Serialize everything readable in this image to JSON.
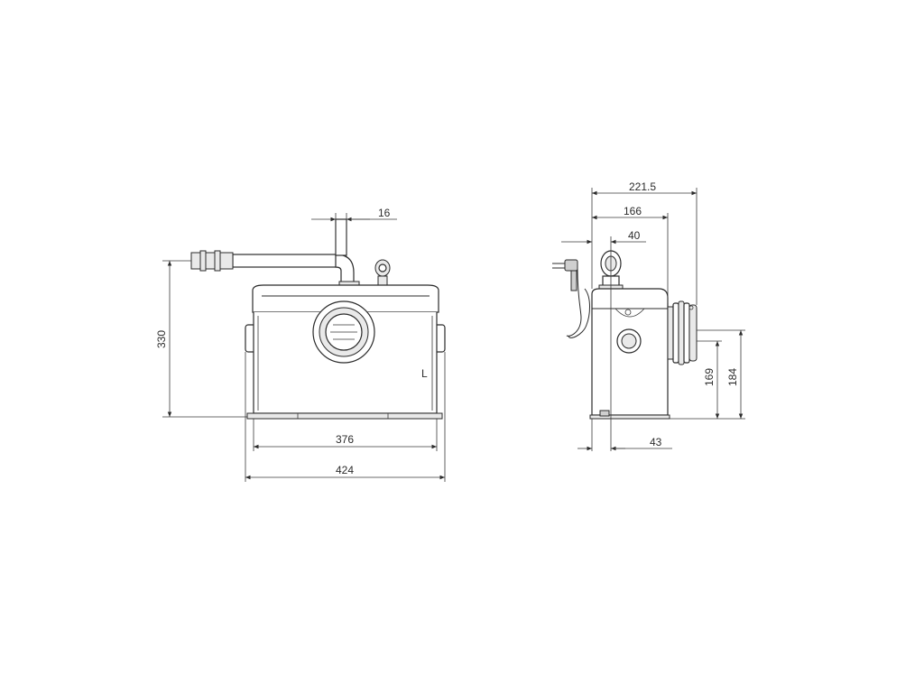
{
  "front_view": {
    "dimensions": {
      "pipe_offset": "16",
      "height": "330",
      "base_inner_width": "376",
      "overall_width": "424"
    },
    "small_mark": "L"
  },
  "side_view": {
    "dimensions": {
      "overall_depth": "221.5",
      "depth_to_flange": "166",
      "outlet_offset": "40",
      "inlet_height_lower": "169",
      "inlet_height_upper": "184",
      "base_offset": "43"
    }
  }
}
